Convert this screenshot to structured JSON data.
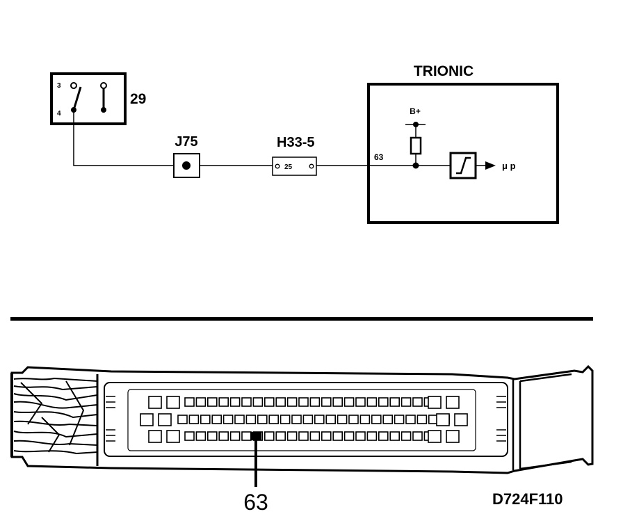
{
  "switch": {
    "ref": "29",
    "pin_top": "3",
    "pin_bottom": "4"
  },
  "ground_point": {
    "ref": "J75"
  },
  "connector": {
    "ref": "H33-5",
    "pin": "25"
  },
  "ecu": {
    "title": "TRIONIC",
    "supply": "B+",
    "pin": "63",
    "output": "μ p"
  },
  "connector_view": {
    "pin_callout": "63",
    "drawing_id": "D724F110"
  }
}
